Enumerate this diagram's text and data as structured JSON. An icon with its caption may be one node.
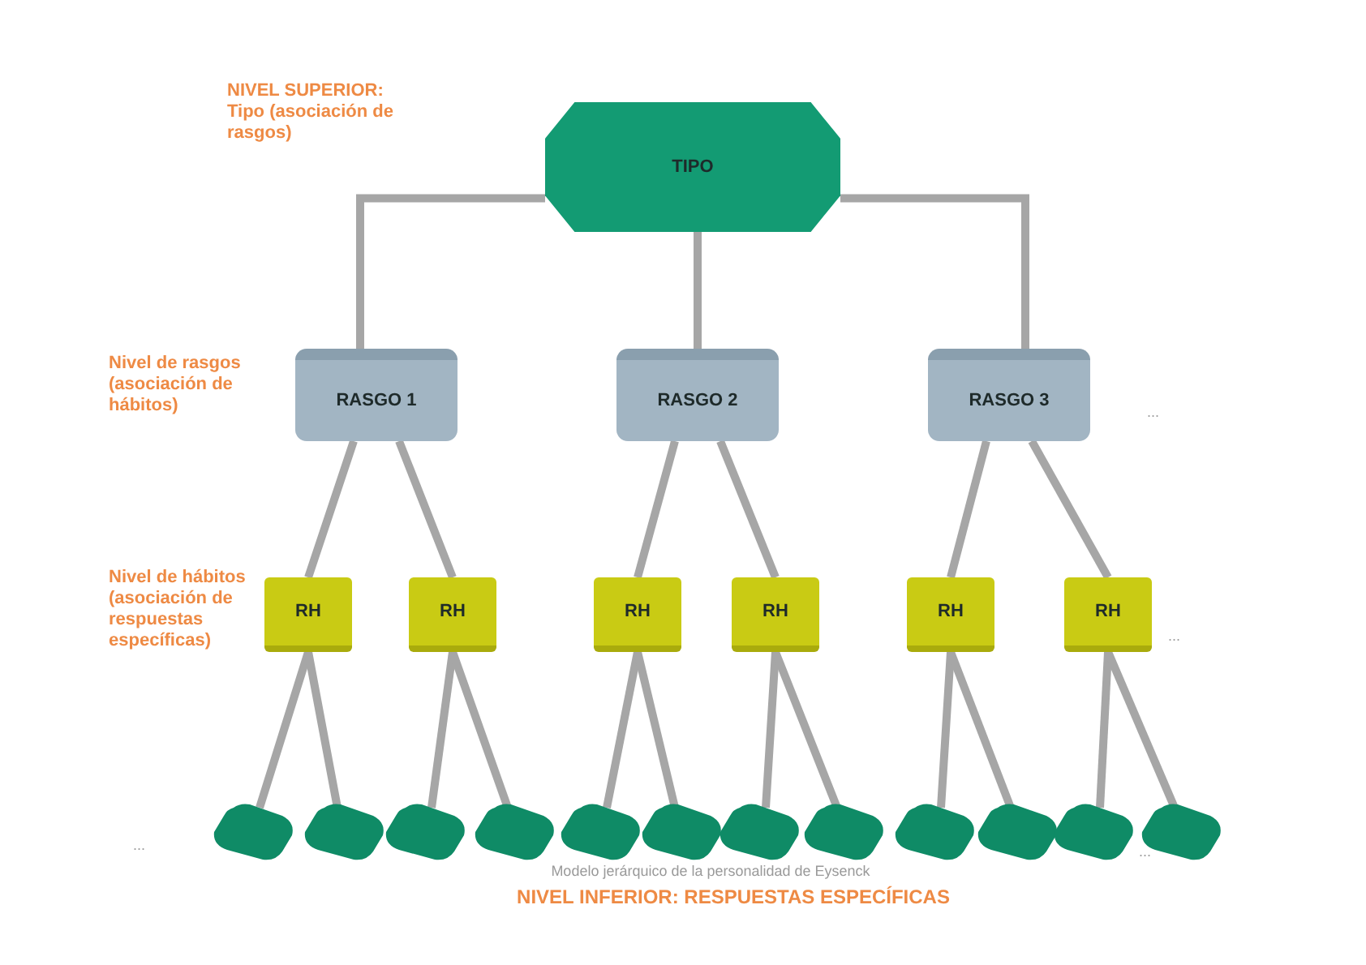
{
  "diagram": {
    "nodes": [
      {
        "text": [
          "TIPO"
        ]
      },
      {
        "text": [
          "RASGO 1"
        ]
      },
      {
        "text": [
          "RASGO 2"
        ]
      },
      {
        "text": [
          "RASGO 3"
        ]
      },
      {
        "text": [
          "RH"
        ]
      },
      {
        "text": [
          "RH"
        ]
      },
      {
        "text": [
          "RH"
        ]
      },
      {
        "text": [
          "RH"
        ]
      },
      {
        "text": [
          "RH"
        ]
      },
      {
        "text": [
          "RH"
        ]
      },
      {
        "text": [],
        "shape": "diamond"
      },
      {
        "text": [],
        "shape": "diamond"
      },
      {
        "text": [],
        "shape": "diamond"
      },
      {
        "text": [],
        "shape": "diamond"
      },
      {
        "text": [],
        "shape": "diamond"
      },
      {
        "text": [],
        "shape": "diamond"
      },
      {
        "text": [],
        "shape": "diamond"
      },
      {
        "text": [],
        "shape": "diamond"
      },
      {
        "text": [],
        "shape": "diamond"
      },
      {
        "text": [],
        "shape": "diamond"
      },
      {
        "text": [],
        "shape": "diamond"
      },
      {
        "text": [],
        "shape": "diamond"
      }
    ],
    "edges": [
      {
        "from": 0,
        "to": 1,
        "arrow": "none"
      },
      {
        "from": 0,
        "to": 2,
        "arrow": "none"
      },
      {
        "from": 0,
        "to": 3,
        "arrow": "none"
      },
      {
        "from": 1,
        "to": 4,
        "arrow": "none"
      },
      {
        "from": 1,
        "to": 5,
        "arrow": "none"
      },
      {
        "from": 2,
        "to": 6,
        "arrow": "none"
      },
      {
        "from": 2,
        "to": 7,
        "arrow": "none"
      },
      {
        "from": 3,
        "to": 8,
        "arrow": "none"
      },
      {
        "from": 3,
        "to": 9,
        "arrow": "none"
      },
      {
        "from": 4,
        "to": 10,
        "arrow": "none"
      },
      {
        "from": 4,
        "to": 11,
        "arrow": "none"
      },
      {
        "from": 5,
        "to": 12,
        "arrow": "none"
      },
      {
        "from": 5,
        "to": 13,
        "arrow": "none"
      },
      {
        "from": 6,
        "to": 14,
        "arrow": "none"
      },
      {
        "from": 6,
        "to": 15,
        "arrow": "none"
      },
      {
        "from": 7,
        "to": 16,
        "arrow": "none"
      },
      {
        "from": 7,
        "to": 17,
        "arrow": "none"
      },
      {
        "from": 8,
        "to": 18,
        "arrow": "none"
      },
      {
        "from": 8,
        "to": 19,
        "arrow": "none"
      },
      {
        "from": 9,
        "to": 20,
        "arrow": "none"
      },
      {
        "from": 9,
        "to": 21,
        "arrow": "none"
      }
    ],
    "labels": [
      "NIVEL SUPERIOR: Tipo (asociación de rasgos)",
      "Nivel de rasgos (asociación de hábitos)",
      "...",
      "Nivel de hábitos (asociación de respuestas específicas)",
      "...",
      "...",
      "Modelo jerárquico de la personalidad de Eysenck",
      "...",
      "NIVEL INFERIOR: RESPUESTAS ESPECÍFICAS"
    ]
  }
}
